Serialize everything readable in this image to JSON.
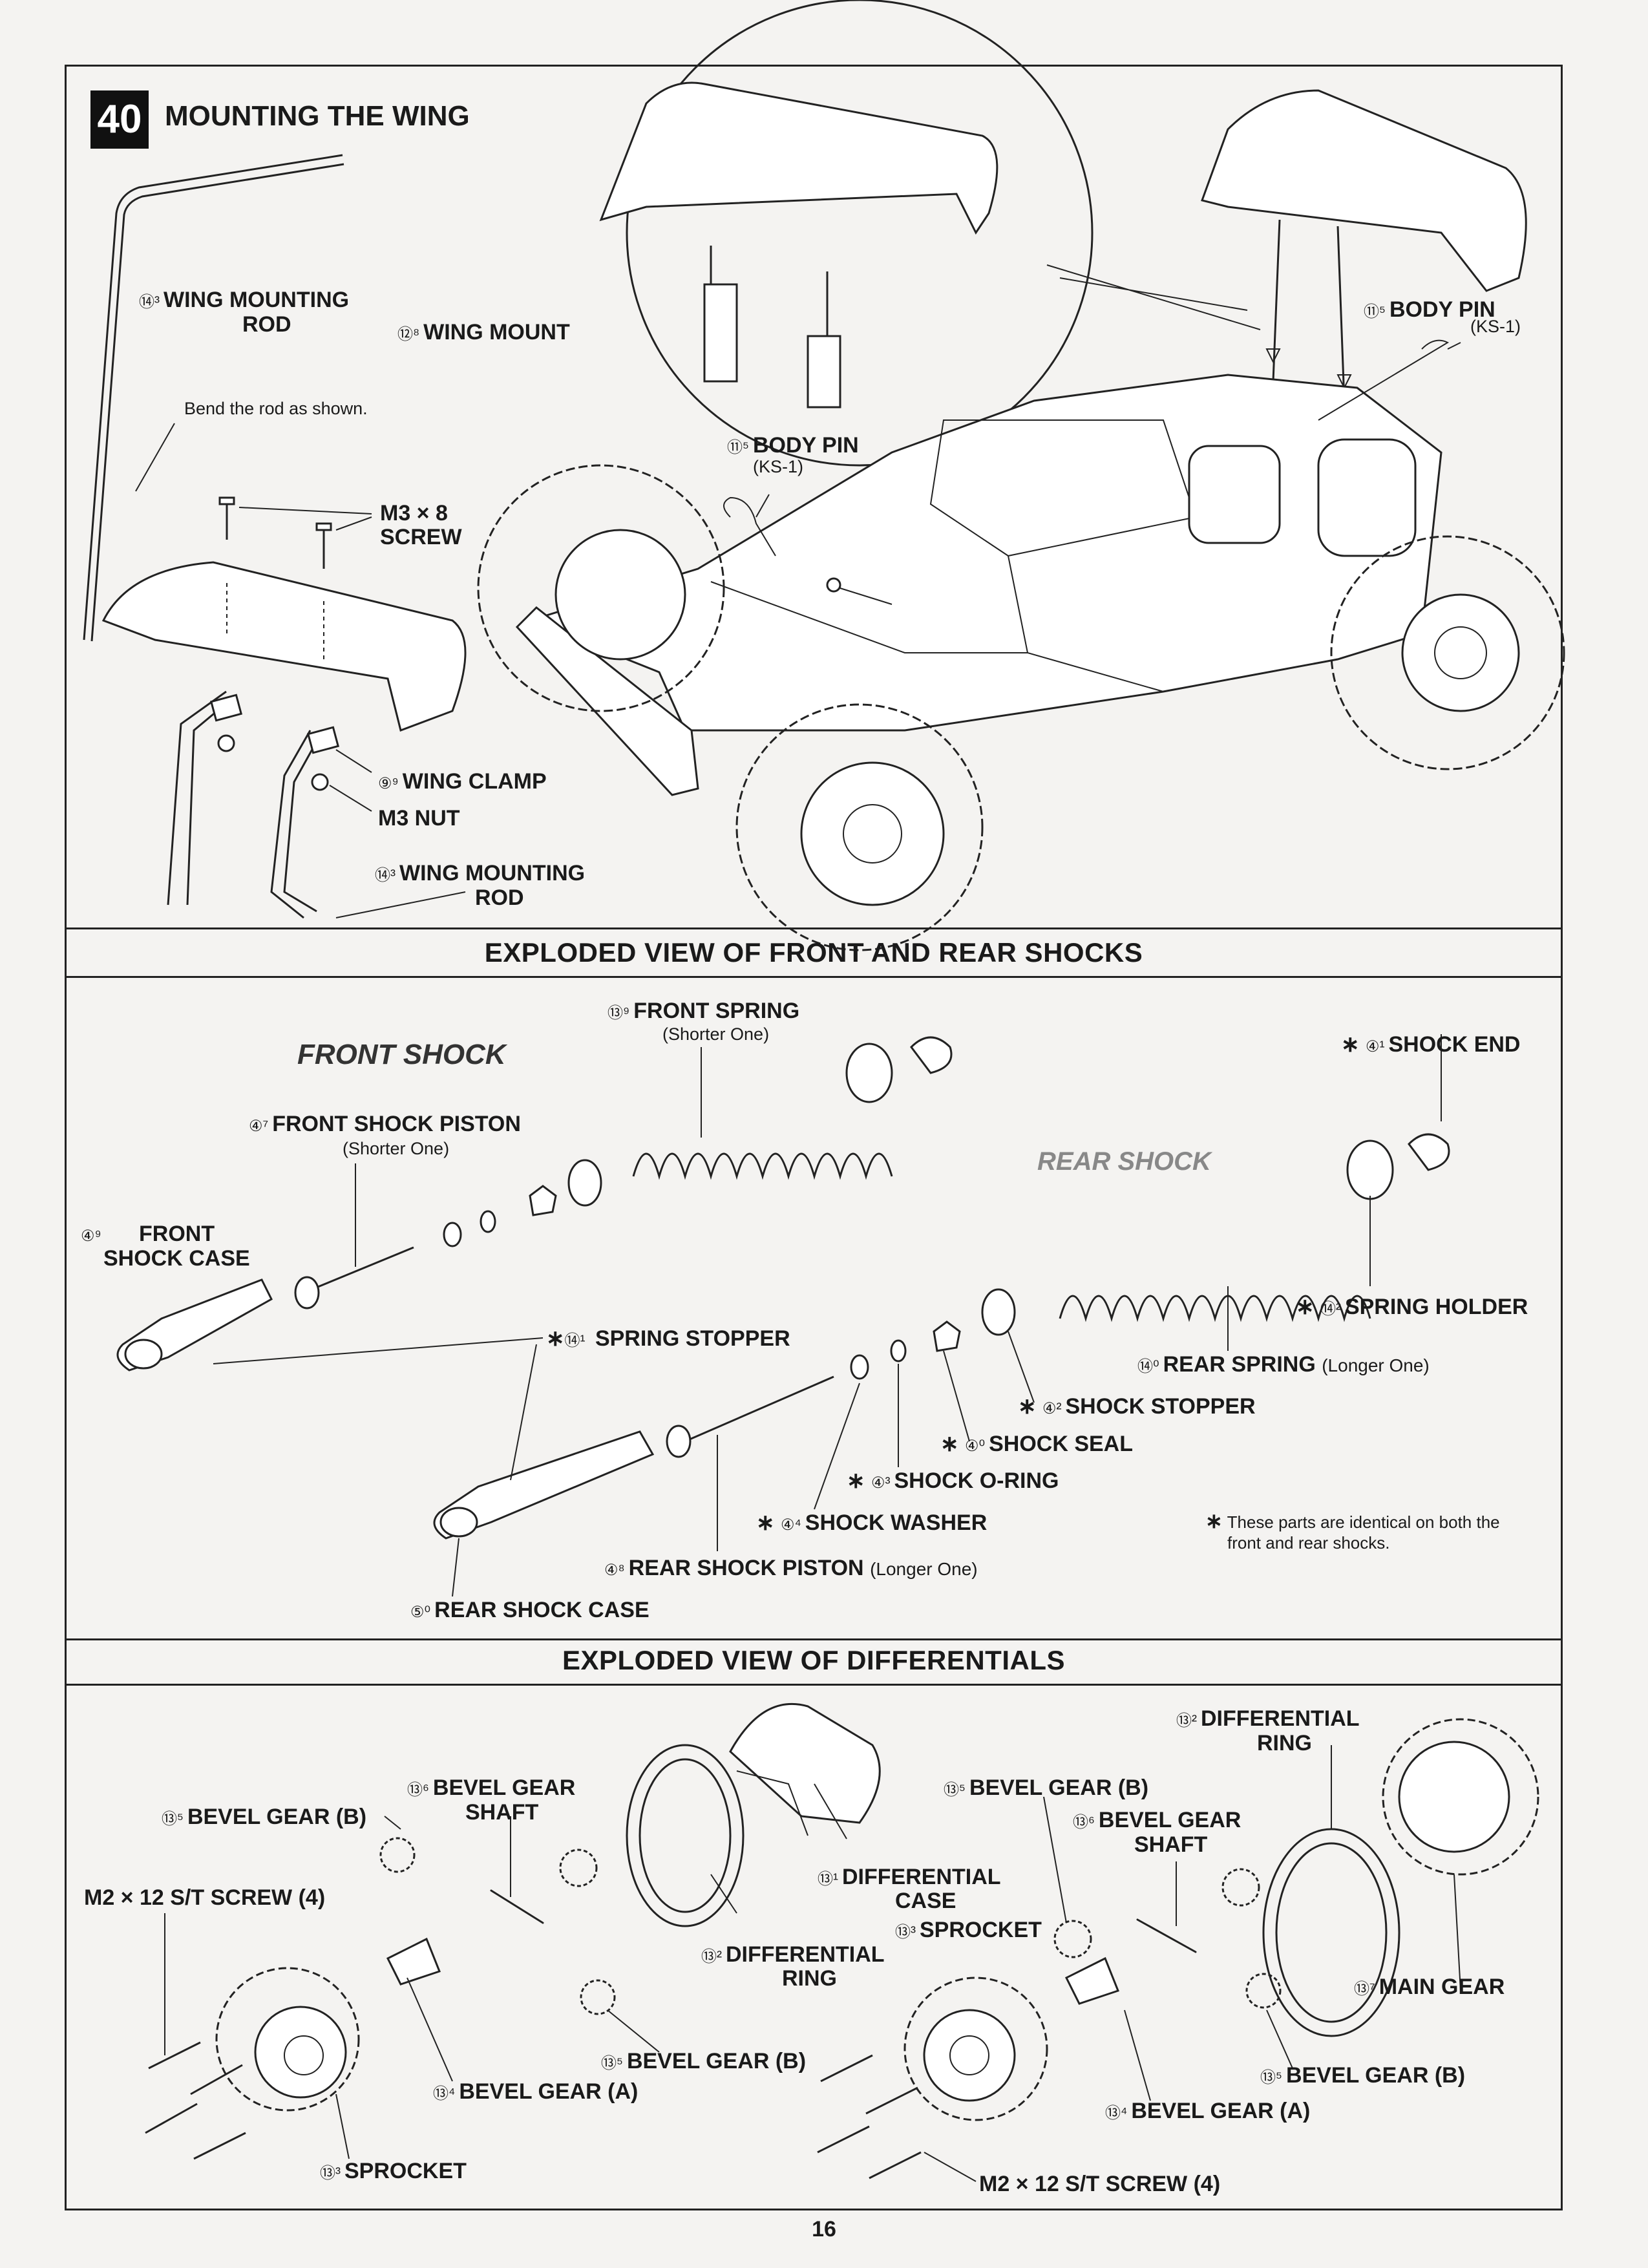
{
  "page_number": "16",
  "wing_section": {
    "step_number": "40",
    "title": "MOUNTING THE WING",
    "labels": {
      "wing_rod_top": {
        "num": "⑭³",
        "text": "WING MOUNTING",
        "text2": "ROD"
      },
      "wing_mount": {
        "num": "⑫⁸",
        "text": "WING MOUNT"
      },
      "bend_note": "Bend the rod as shown.",
      "screw": {
        "text": "M3 × 8",
        "text2": "SCREW"
      },
      "wing_clamp": {
        "num": "⑨⁹",
        "text": "WING CLAMP"
      },
      "m3_nut": "M3 NUT",
      "wing_rod_bottom": {
        "num": "⑭³",
        "text": "WING MOUNTING",
        "text2": "ROD"
      },
      "body_pin_center": {
        "num": "⑪⁵",
        "text": "BODY PIN",
        "code": "(KS-1)"
      },
      "body_pin_right": {
        "num": "⑪⁵",
        "text": "BODY PIN",
        "code": "(KS-1)"
      }
    }
  },
  "shocks_section": {
    "title": "EXPLODED VIEW OF FRONT AND REAR SHOCKS",
    "front_heading": "FRONT SHOCK",
    "rear_heading": "REAR SHOCK",
    "labels": {
      "front_spring": {
        "num": "⑬⁹",
        "text": "FRONT SPRING",
        "note": "(Shorter One)"
      },
      "shock_end": {
        "star": "∗",
        "num": "④¹",
        "text": "SHOCK END"
      },
      "front_piston": {
        "num": "④⁷",
        "text": "FRONT SHOCK PISTON",
        "note": "(Shorter One)"
      },
      "front_case": {
        "num": "④⁹",
        "text": "FRONT",
        "text2": "SHOCK CASE"
      },
      "spring_stopper": {
        "star": "∗",
        "num": "⑭¹",
        "text": "SPRING STOPPER"
      },
      "spring_holder": {
        "star": "∗",
        "num": "⑭²",
        "text": "SPRING HOLDER"
      },
      "rear_spring": {
        "num": "⑭⁰",
        "text": "REAR SPRING",
        "note": "(Longer One)"
      },
      "shock_stopper": {
        "star": "∗",
        "num": "④²",
        "text": "SHOCK STOPPER"
      },
      "shock_seal": {
        "star": "∗",
        "num": "④⁰",
        "text": "SHOCK SEAL"
      },
      "shock_oring": {
        "star": "∗",
        "num": "④³",
        "text": "SHOCK O-RING"
      },
      "shock_washer": {
        "star": "∗",
        "num": "④⁴",
        "text": "SHOCK WASHER"
      },
      "rear_piston": {
        "num": "④⁸",
        "text": "REAR SHOCK PISTON",
        "note": "(Longer One)"
      },
      "rear_case": {
        "num": "⑤⁰",
        "text": "REAR SHOCK CASE"
      },
      "identical_note": {
        "star": "∗",
        "line1": "These parts are identical on both the",
        "line2": "front and rear shocks."
      }
    }
  },
  "diff_section": {
    "title": "EXPLODED VIEW OF DIFFERENTIALS",
    "labels": {
      "bevel_b_left": {
        "num": "⑬⁵",
        "text": "BEVEL GEAR (B)"
      },
      "bevel_shaft_left": {
        "num": "⑬⁶",
        "text": "BEVEL GEAR",
        "text2": "SHAFT"
      },
      "screw_left": "M2 × 12 S/T SCREW (4)",
      "diff_case": {
        "num": "⑬¹",
        "text": "DIFFERENTIAL",
        "text2": "CASE"
      },
      "sprocket_mid": {
        "num": "⑬³",
        "text": "SPROCKET"
      },
      "diff_ring_left": {
        "num": "⑬²",
        "text": "DIFFERENTIAL",
        "text2": "RING"
      },
      "bevel_b_mid": {
        "num": "⑬⁵",
        "text": "BEVEL GEAR (B)"
      },
      "bevel_a_left": {
        "num": "⑬⁴",
        "text": "BEVEL GEAR (A)"
      },
      "sprocket_bottom": {
        "num": "⑬³",
        "text": "SPROCKET"
      },
      "diff_ring_right": {
        "num": "⑬²",
        "text": "DIFFERENTIAL",
        "text2": "RING"
      },
      "bevel_b_right_top": {
        "num": "⑬⁵",
        "text": "BEVEL GEAR (B)"
      },
      "bevel_shaft_right": {
        "num": "⑬⁶",
        "text": "BEVEL GEAR",
        "text2": "SHAFT"
      },
      "main_gear": {
        "num": "⑬⁷",
        "text": "MAIN GEAR"
      },
      "bevel_b_right_bottom": {
        "num": "⑬⁵",
        "text": "BEVEL GEAR (B)"
      },
      "bevel_a_right": {
        "num": "⑬⁴",
        "text": "BEVEL GEAR (A)"
      },
      "screw_right": "M2 × 12 S/T SCREW (4)"
    }
  },
  "icons": [
    "wing-icon",
    "buggy-icon",
    "wheel-icon",
    "shock-icon",
    "spring-icon",
    "gear-icon",
    "screw-icon",
    "ring-icon"
  ]
}
